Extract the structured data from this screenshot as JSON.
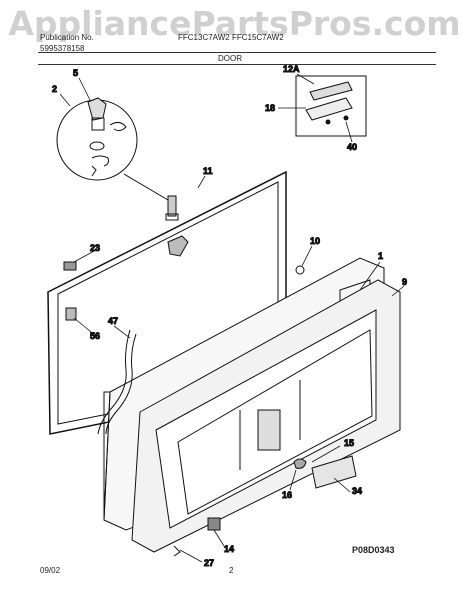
{
  "watermark": "AppliancePartsPros.com",
  "header": {
    "publication_label": "Publication No.",
    "publication_number": "5995378158",
    "models": "FFC13C7AW2  FFC15C7AW2",
    "section": "DOOR"
  },
  "callouts": [
    "5",
    "2",
    "12A",
    "18",
    "40",
    "11",
    "10",
    "1",
    "23",
    "9",
    "47",
    "56",
    "15",
    "16",
    "34",
    "14",
    "27"
  ],
  "footer": {
    "date": "09/02",
    "page": "2",
    "diagram_code": "P08D0343"
  }
}
